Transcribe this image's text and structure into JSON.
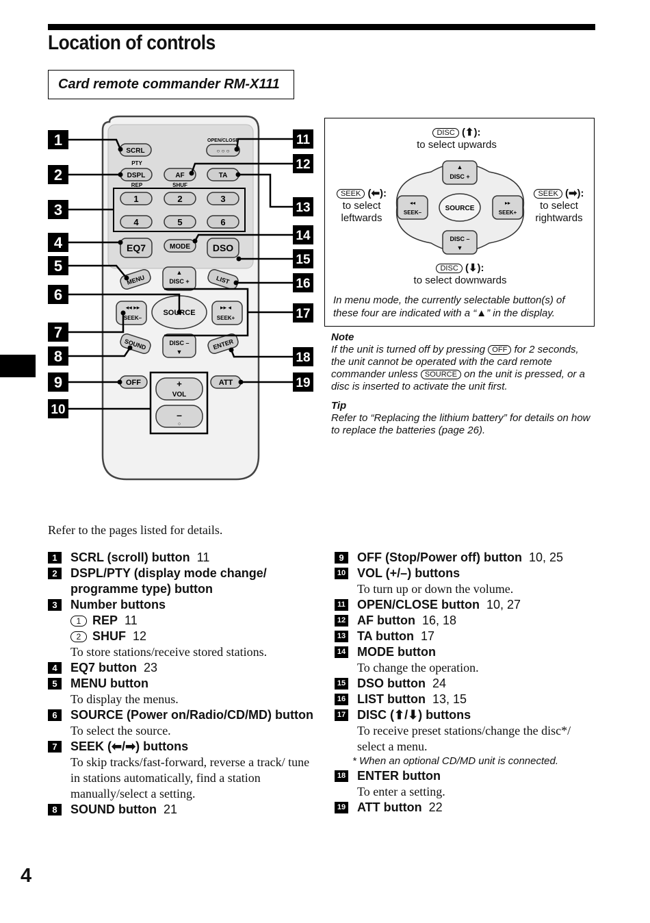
{
  "header": {
    "title": "Location of controls",
    "subtitle": "Card remote commander RM-X111"
  },
  "remote": {
    "callouts": [
      "1",
      "2",
      "3",
      "4",
      "5",
      "6",
      "7",
      "8",
      "9",
      "10",
      "11",
      "12",
      "13",
      "14",
      "15",
      "16",
      "17",
      "18",
      "19"
    ],
    "buttons": {
      "scrl": "SCRL",
      "open_close": "OPEN/CLOSE",
      "pty": "PTY",
      "dspl": "DSPL",
      "af": "AF",
      "ta": "TA",
      "rep": "REP",
      "shuf": "SHUF",
      "n1": "1",
      "n2": "2",
      "n3": "3",
      "n4": "4",
      "n5": "5",
      "n6": "6",
      "eq7": "EQ7",
      "mode": "MODE",
      "dso": "DSO",
      "menu": "MENU",
      "disc_plus": "DISC +",
      "list": "LIST",
      "seek_minus": "SEEK–",
      "source": "SOURCE",
      "seek_plus": "SEEK+",
      "sound": "SOUND",
      "disc_minus": "DISC –",
      "enter": "ENTER",
      "off": "OFF",
      "att": "ATT",
      "vol": "VOL"
    }
  },
  "dpad": {
    "up_key": "DISC",
    "up_arrow": "(⬆):",
    "up_text": "to select upwards",
    "left_key": "SEEK",
    "left_arrow": "(⬅):",
    "left_text1": "to select",
    "left_text2": "leftwards",
    "right_key": "SEEK",
    "right_arrow": "(➡):",
    "right_text1": "to select",
    "right_text2": "rightwards",
    "down_key": "DISC",
    "down_arrow": "(⬇):",
    "down_text": "to select downwards",
    "btn_disc_plus": "DISC +",
    "btn_disc_minus": "DISC –",
    "btn_seek_minus": "SEEK–",
    "btn_seek_plus": "SEEK+",
    "btn_source": "SOURCE",
    "menu_note": "In menu mode, the currently selectable button(s) of these four are indicated with a “▲” in the display."
  },
  "note": {
    "heading": "Note",
    "t1": "If the unit is turned off by pressing",
    "key_off": "OFF",
    "t2": "for 2 seconds, the unit cannot be operated with the card remote commander unless",
    "key_source": "SOURCE",
    "t3": "on the unit is pressed, or a disc is inserted to activate the unit first."
  },
  "tip": {
    "heading": "Tip",
    "text": "Refer to “Replacing the lithium battery” for details on how to replace the batteries (page 26)."
  },
  "refer_text": "Refer to the pages listed for details.",
  "items_left": {
    "i1": {
      "num": "1",
      "label": "SCRL (scroll) button",
      "pages": "11"
    },
    "i2": {
      "num": "2",
      "label": "DSPL/PTY (display mode change/ programme type) button"
    },
    "i3": {
      "num": "3",
      "label": "Number buttons",
      "s1n": "1",
      "s1l": "REP",
      "s1p": "11",
      "s2n": "2",
      "s2l": "SHUF",
      "s2p": "12",
      "desc": "To store stations/receive stored stations."
    },
    "i4": {
      "num": "4",
      "label": "EQ7 button",
      "pages": "23"
    },
    "i5": {
      "num": "5",
      "label": "MENU button",
      "desc": "To display the menus."
    },
    "i6": {
      "num": "6",
      "label": "SOURCE (Power on/Radio/CD/MD) button",
      "desc": "To select the source."
    },
    "i7": {
      "num": "7",
      "label": "SEEK (⬅/➡) buttons",
      "desc": "To skip tracks/fast-forward, reverse a track/ tune in stations automatically, find a station manually/select a setting."
    },
    "i8": {
      "num": "8",
      "label": "SOUND button",
      "pages": "21"
    }
  },
  "items_right": {
    "i9": {
      "num": "9",
      "label": "OFF (Stop/Power off) button",
      "pages": "10, 25"
    },
    "i10": {
      "num": "10",
      "label": "VOL (+/–) buttons",
      "desc": "To turn up or down the volume."
    },
    "i11": {
      "num": "11",
      "label": "OPEN/CLOSE button",
      "pages": "10, 27"
    },
    "i12": {
      "num": "12",
      "label": "AF button",
      "pages": "16, 18"
    },
    "i13": {
      "num": "13",
      "label": "TA button",
      "pages": "17"
    },
    "i14": {
      "num": "14",
      "label": "MODE button",
      "desc": "To change the operation."
    },
    "i15": {
      "num": "15",
      "label": "DSO button",
      "pages": "24"
    },
    "i16": {
      "num": "16",
      "label": "LIST button",
      "pages": "13, 15"
    },
    "i17": {
      "num": "17",
      "label": "DISC (⬆/⬇) buttons",
      "desc": "To receive preset stations/change the disc*/ select a menu.",
      "footnote_mark": "*",
      "footnote": "When an optional CD/MD unit is connected."
    },
    "i18": {
      "num": "18",
      "label": "ENTER button",
      "desc": "To enter a setting."
    },
    "i19": {
      "num": "19",
      "label": "ATT button",
      "pages": "22"
    }
  },
  "page_number": "4"
}
